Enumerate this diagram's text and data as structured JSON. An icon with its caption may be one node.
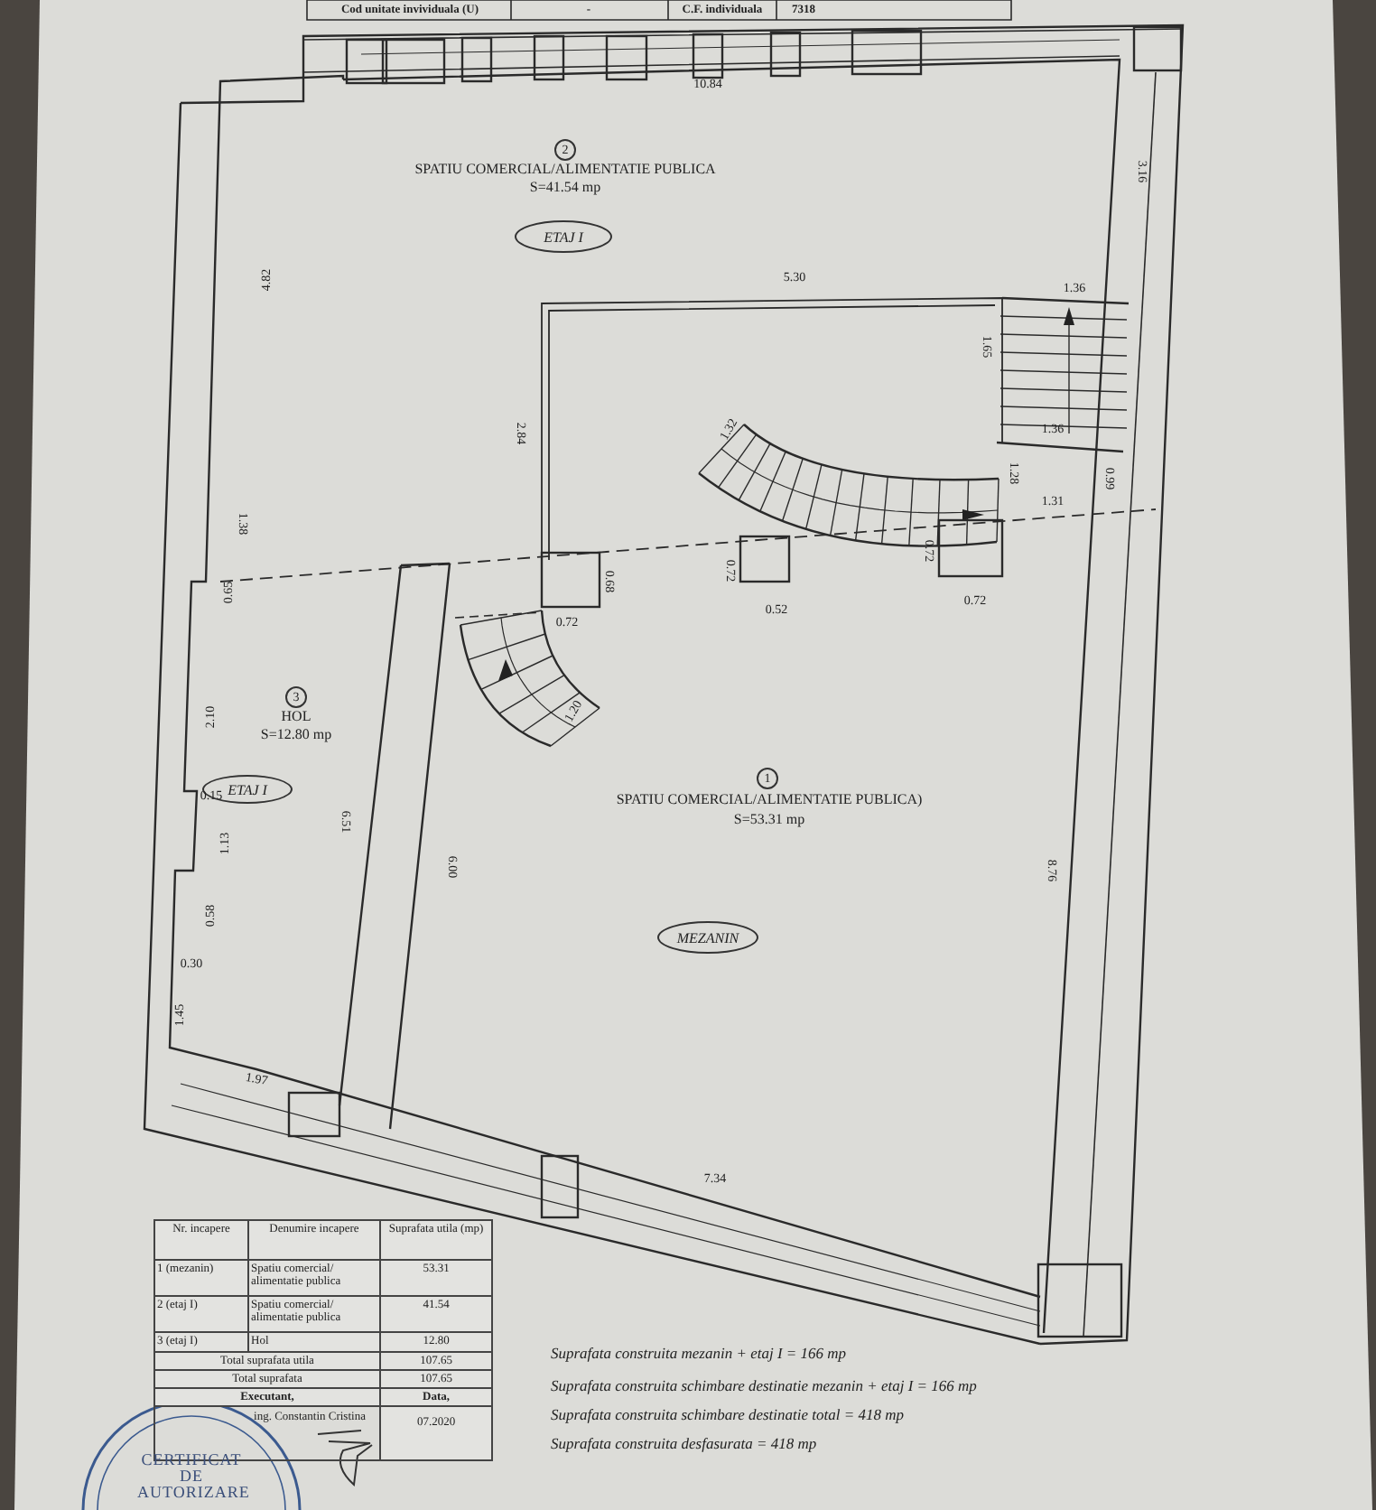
{
  "diagram": {
    "nodes": [
      {
        "text": [
          "2"
        ]
      },
      {
        "text": [
          "ETAJ I"
        ]
      },
      {
        "text": [
          "3"
        ]
      },
      {
        "text": [
          "ETAJ I"
        ]
      },
      {
        "text": [
          "1"
        ]
      },
      {
        "text": [
          "MEZANIN"
        ]
      }
    ],
    "labels": [
      "Cod unitate invividuala (U)",
      "-",
      "C.F. individuala",
      "7318",
      "10.84",
      "SPATIU COMERCIAL/ALIMENTATIE PUBLICA",
      "S=41.54 mp",
      "3.16",
      "4.82",
      "5.30",
      "1.36",
      "1.65",
      "2.84",
      "1.32",
      "1.36",
      "1.28",
      "0.99",
      "1.31",
      "1.38",
      "0.68",
      "0.72",
      "0.72",
      "0.65",
      "0.72",
      "0.52",
      "0.72",
      "HOL",
      "S=12.80 mp",
      "2.10",
      "1.20",
      "0.15",
      "SPATIU COMERCIAL/ALIMENTATIE PUBLICA)",
      "S=53.31 mp",
      "6.51",
      "1.13",
      "6.00",
      "8.76",
      "0.58",
      "0.30",
      "1.45",
      "1.97",
      "7.34",
      "Nr. incapere",
      "Denumire incapere",
      "Suprafata utila (mp)",
      "1 (mezanin)",
      "Spatiu comercial/ alimentatie publica",
      "53.31",
      "2 (etaj I)",
      "Spatiu comercial/ alimentatie publica",
      "41.54",
      "3 (etaj I)",
      "Hol",
      "12.80",
      "Total suprafata utila",
      "107.65",
      "Total suprafata",
      "107.65",
      "Executant,",
      "Data,",
      "ing. Constantin Cristina",
      "07.2020",
      "Suprafata construita mezanin + etaj I = 166 mp",
      "Suprafata construita schimbare destinatie mezanin + etaj I = 166 mp",
      "Suprafata construita schimbare destinatie total = 418 mp",
      "Suprafata construita desfasurata = 418 mp",
      "CERTIFICAT DE AUTORIZARE"
    ]
  }
}
